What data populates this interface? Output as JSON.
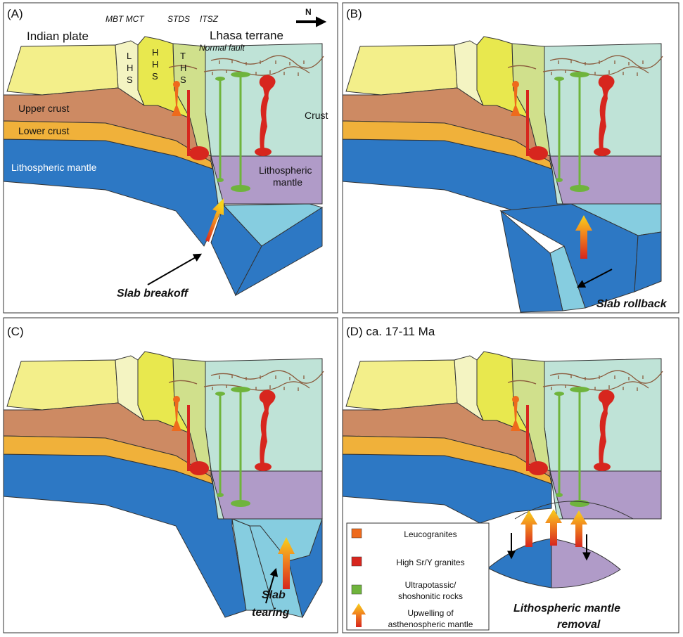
{
  "panels": {
    "a": {
      "tag": "(A)",
      "process": "Slab breakoff"
    },
    "b": {
      "tag": "(B)",
      "process": "Slab rollback"
    },
    "c": {
      "tag": "(C)",
      "process": "Slab tearing"
    },
    "d": {
      "tag": "(D) ca. 17-11 Ma",
      "process": "Lithospheric mantle removal"
    }
  },
  "labels": {
    "indian_plate": "Indian plate",
    "lhasa_terrane": "Lhasa terrane",
    "mbt_mct": "MBT MCT",
    "stds": "STDS",
    "itsz": "ITSZ",
    "normal_fault": "Normal fault",
    "north": "N",
    "lhs": [
      "L",
      "H",
      "S"
    ],
    "hhs": [
      "H",
      "H",
      "S"
    ],
    "ths": [
      "T",
      "H",
      "S"
    ],
    "upper_crust": "Upper crust",
    "lower_crust": "Lower crust",
    "lithospheric_mantle": "Lithospheric mantle",
    "crust": "Crust",
    "lhasa_lith_mantle": [
      "Lithospheric",
      "mantle"
    ],
    "slab_tearing": [
      "Slab",
      "tearing"
    ],
    "lith_removal": [
      "Lithospheric mantle",
      "removal"
    ]
  },
  "legend": {
    "items": [
      {
        "label": [
          "Leucogranites"
        ],
        "color": "#ee6a1c"
      },
      {
        "label": [
          "High Sr/Y granites"
        ],
        "color": "#d7261e"
      },
      {
        "label": [
          "Ultrapotassic/",
          "shoshonitic rocks"
        ],
        "color": "#6fb43c"
      },
      {
        "label": [
          "Upwelling of",
          "asthenospheric mantle"
        ],
        "color": "arrow"
      }
    ]
  },
  "colors": {
    "indian_crust_top": "#f3ef8a",
    "lhs": "#f4f4c2",
    "hhs": "#e8e84e",
    "ths": "#d0e08c",
    "lhasa": "#bfe3d7",
    "upper_crust": "#cd8a63",
    "lower_crust": "#f0b13a",
    "mantle_blue": "#2d78c4",
    "lhasa_mantle": "#b09bc8",
    "slab_side": "#86cde0",
    "leucogranite": "#ee6a1c",
    "high_sry": "#d7261e",
    "ultrapotassic": "#6fb43c",
    "fault": "#8a5a3c"
  }
}
